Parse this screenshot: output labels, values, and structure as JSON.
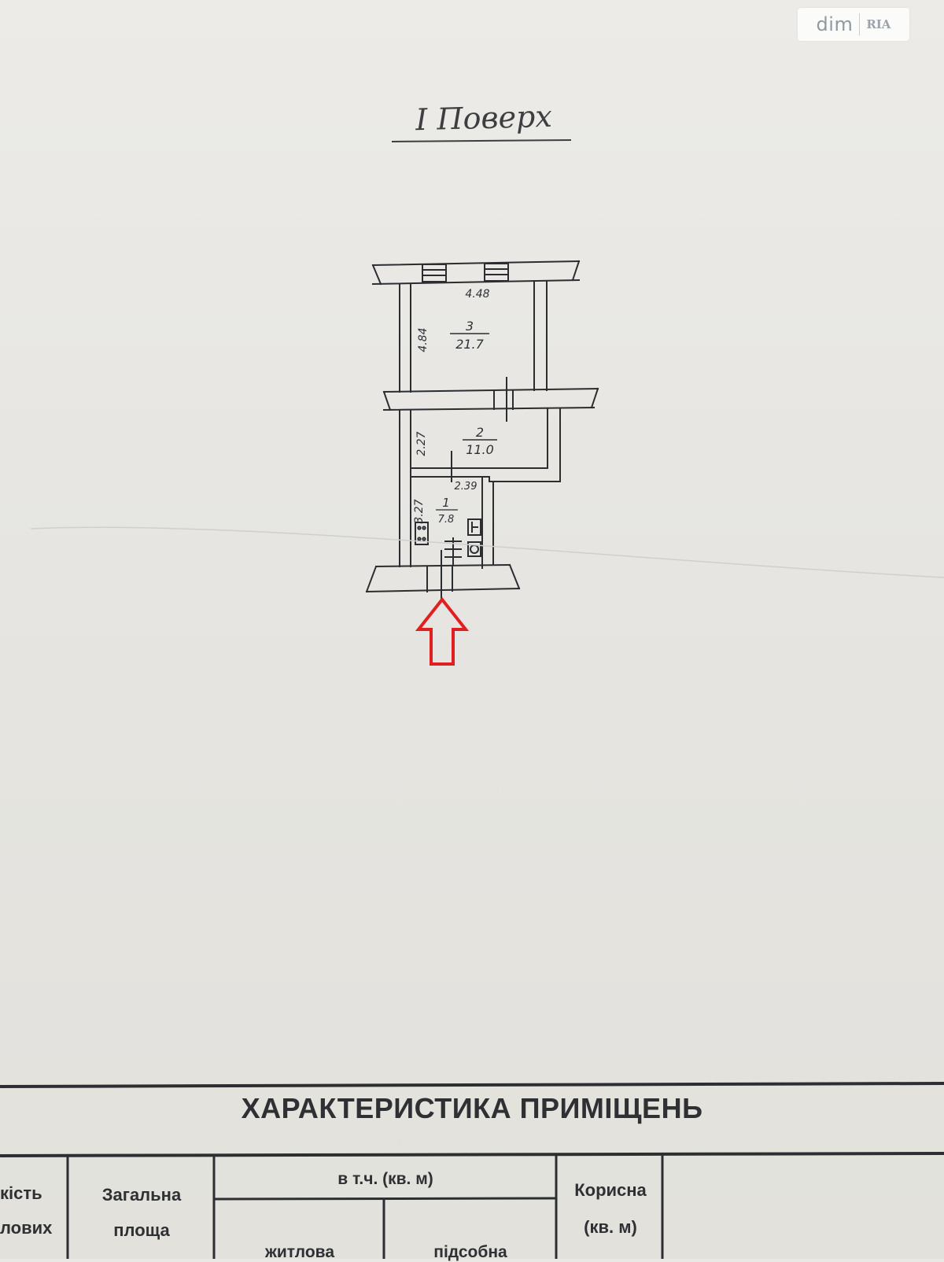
{
  "watermark": {
    "brand_dim": "dim",
    "brand_ria": "RIA"
  },
  "floor_title": "I Поверх",
  "plan": {
    "rooms": [
      {
        "number": "3",
        "area": "21.7"
      },
      {
        "number": "2",
        "area": "11.0"
      },
      {
        "number": "1",
        "area": "7.8"
      }
    ],
    "dimensions": {
      "room3_width": "4.48",
      "room3_length": "4.84",
      "room2_length": "2.27",
      "room1_width": "2.39",
      "room1_length": "3.27"
    }
  },
  "entrance_arrow": {
    "color": "#e02020",
    "icon": "arrow-up-icon"
  },
  "table": {
    "title": "ХАРАКТЕРИСТИКА ПРИМІЩЕНЬ",
    "col0_line1": "кість",
    "col0_line2": "лових",
    "col1_line1": "Загальна",
    "col1_line2": "площа",
    "group_header": "в т.ч. (кв. м)",
    "sub1": "житлова",
    "sub2": "підсобна",
    "col4_line1": "Корисна",
    "col4_line2": "(кв. м)"
  }
}
